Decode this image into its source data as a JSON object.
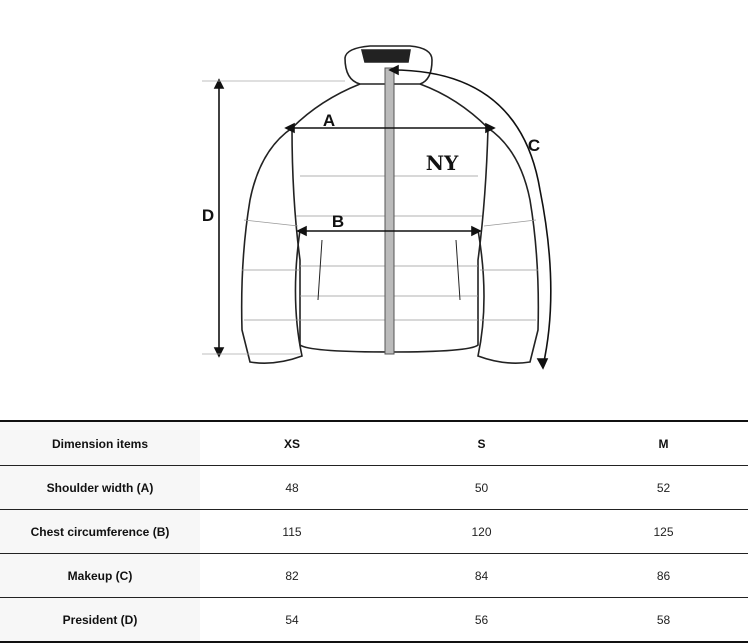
{
  "diagram": {
    "labels": {
      "a": "A",
      "b": "B",
      "c": "C",
      "d": "D"
    },
    "logo": "NY"
  },
  "table": {
    "headers": [
      "Dimension items",
      "XS",
      "S",
      "M"
    ],
    "rows": [
      [
        "Shoulder width (A)",
        "48",
        "50",
        "52"
      ],
      [
        "Chest circumference (B)",
        "115",
        "120",
        "125"
      ],
      [
        "Makeup (C)",
        "82",
        "84",
        "86"
      ],
      [
        "President (D)",
        "54",
        "56",
        "58"
      ]
    ]
  }
}
